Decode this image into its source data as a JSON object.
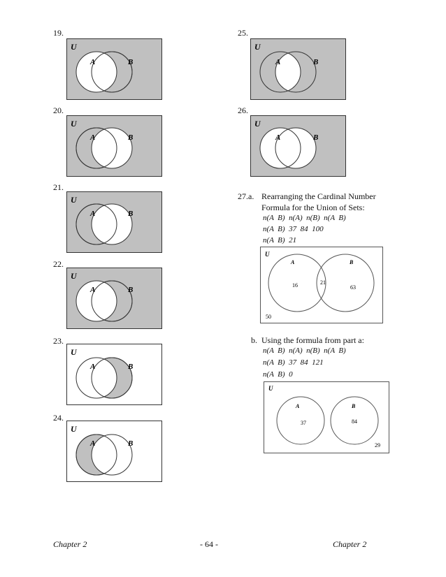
{
  "colors": {
    "shade": "#c0c0c0",
    "stroke": "#333333",
    "white": "#ffffff"
  },
  "problems": {
    "p19": "19.",
    "p20": "20.",
    "p21": "21.",
    "p22": "22.",
    "p23": "23.",
    "p24": "24.",
    "p25": "25.",
    "p26": "26.",
    "p27a": "27.a.",
    "p27b": "b."
  },
  "venn_labels": {
    "universe": "U",
    "set_a": "A",
    "set_b": "B"
  },
  "part_a": {
    "line1": "Rearranging the Cardinal Number",
    "line2": "Formula for the Union of Sets:",
    "f1": "n(A  B)  n(A)  n(B)  n(A  B)",
    "f2": "n(A  B)  37  84  100",
    "f3": "n(A  B)  21",
    "diagram": {
      "only_a": "16",
      "both": "21",
      "only_b": "63",
      "outside": "50"
    }
  },
  "part_b": {
    "line1": "Using the formula from part a:",
    "f1": "n(A  B)  n(A)  n(B)  n(A  B)",
    "f2": "n(A  B)  37  84  121",
    "f3": "n(A  B)  0",
    "diagram": {
      "a": "37",
      "b": "84",
      "outside": "29"
    }
  },
  "footer": {
    "left": "Chapter 2",
    "center": "- 64 -",
    "right": "Chapter 2"
  }
}
